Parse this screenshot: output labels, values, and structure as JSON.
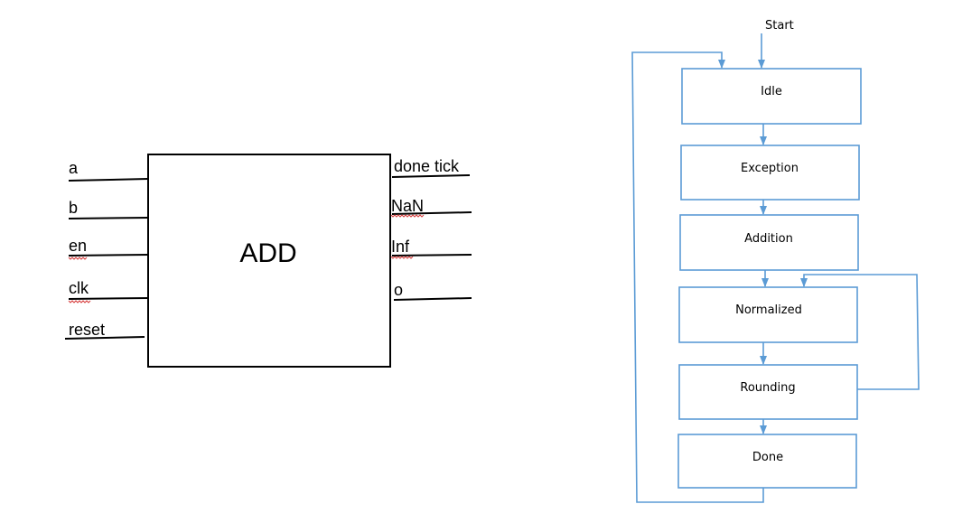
{
  "block": {
    "title": "ADD",
    "inputs": [
      "a",
      "b",
      "en",
      "clk",
      "reset"
    ],
    "outputs": [
      "done tick",
      "NaN",
      "Inf",
      "o"
    ]
  },
  "fsm": {
    "start_label": "Start",
    "states": [
      "Idle",
      "Exception",
      "Addition",
      "Normalized",
      "Rounding",
      "Done"
    ]
  },
  "colors": {
    "flow": "#5b9bd5",
    "wire": "#000000",
    "spellcheck": "#d63a3a"
  }
}
